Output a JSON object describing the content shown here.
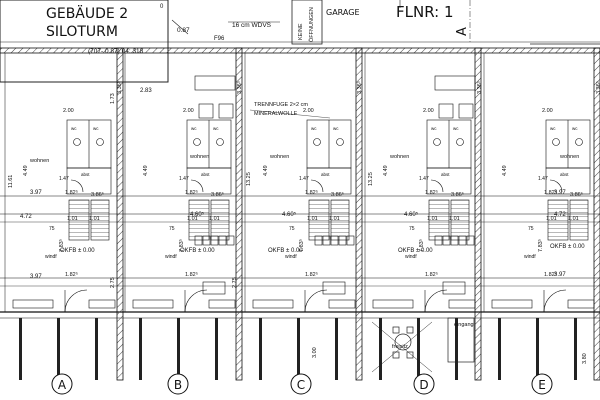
{
  "title": {
    "building": "GEBÄUDE 2",
    "tower": "SILOTURM",
    "formula": "(707- 0.87) 04: 318"
  },
  "header": {
    "flnr": "FLNR: 1",
    "garage": "GARAGE",
    "keine": "KEINE",
    "oeffnungen": "ÖFFNUNGEN",
    "wall_note": "16 cm WDVS",
    "level_087": "0.87",
    "f96": "F96",
    "top_digit": "0",
    "grid_a": "A"
  },
  "notes": {
    "trennfuge": "TRENNFUGE 2×2 cm",
    "mineralwolle": "MINERALWOLLE",
    "dkfb": "OKFB ± 0.00",
    "freisitz": "freisitz",
    "eingang": "eingang"
  },
  "rooms": {
    "wohnen": "wohnen",
    "windf": "windf",
    "wc": "wc",
    "abst": "abst"
  },
  "dims": {
    "d200": "2.00",
    "d472": "4.72",
    "d460": "4.60⁵",
    "d397": "3.97",
    "d386": "3.86⁵",
    "d182": "1.82⁵",
    "d101": "1.01",
    "d75": "75",
    "d449": "4.49",
    "d336": "3.36⁵",
    "d783": "7.83⁵",
    "d300": "3.00",
    "d380": "3.80",
    "d1161": "11.61",
    "d1325": "13.25",
    "d283": "2.83",
    "d173": "1.73",
    "d147": "1.47",
    "d275": "2.75"
  },
  "axes": [
    "A",
    "B",
    "C",
    "D",
    "E"
  ]
}
